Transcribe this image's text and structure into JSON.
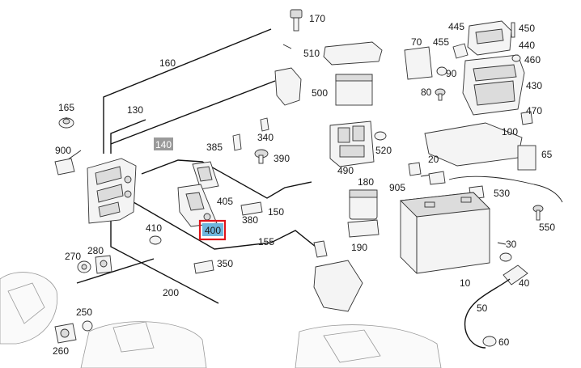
{
  "diagram": {
    "callouts": {
      "c170": "170",
      "c160": "160",
      "c130": "130",
      "c140": "140",
      "c165": "165",
      "c900": "900",
      "c385": "385",
      "c340": "340",
      "c390": "390",
      "c510": "510",
      "c500": "500",
      "c445": "445",
      "c450": "450",
      "c440": "440",
      "c455": "455",
      "c460": "460",
      "c70": "70",
      "c90": "90",
      "c430": "430",
      "c80": "80",
      "c470": "470",
      "c100": "100",
      "c65": "65",
      "c520": "520",
      "c490": "490",
      "c20": "20",
      "c905": "905",
      "c530": "530",
      "c180": "180",
      "c405": "405",
      "c150": "150",
      "c380": "380",
      "c400": "400",
      "c410": "410",
      "c155": "155",
      "c190": "190",
      "c550": "550",
      "c270": "270",
      "c280": "280",
      "c350": "350",
      "c30": "30",
      "c40": "40",
      "c10": "10",
      "c200": "200",
      "c50": "50",
      "c250": "250",
      "c260": "260",
      "c60": "60"
    },
    "highlight_color": "#e0141a",
    "selected_fill": "#6fb6dd",
    "muted_fill": "#9a9a9a"
  }
}
